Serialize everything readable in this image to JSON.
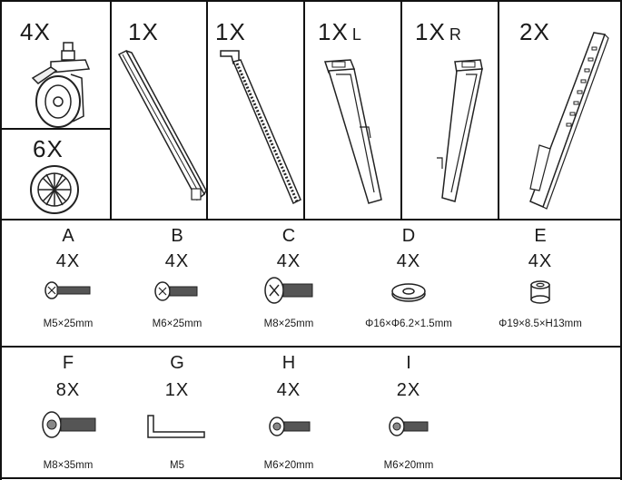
{
  "parts": [
    {
      "id": "caster",
      "qty": "4X",
      "side": "",
      "icon": "caster-wheel-icon"
    },
    {
      "id": "cap",
      "qty": "6X",
      "side": "",
      "icon": "cable-cap-icon"
    },
    {
      "id": "upright-1",
      "qty": "1X",
      "side": "",
      "icon": "upright-tube-icon"
    },
    {
      "id": "upright-2",
      "qty": "1X",
      "side": "",
      "icon": "upright-tube-bracket-icon"
    },
    {
      "id": "leg-left",
      "qty": "1X",
      "side": "L",
      "icon": "base-leg-left-icon"
    },
    {
      "id": "leg-right",
      "qty": "1X",
      "side": "R",
      "icon": "base-leg-right-icon"
    },
    {
      "id": "mount-rail",
      "qty": "2X",
      "side": "",
      "icon": "mounting-rail-icon"
    }
  ],
  "hardware_row1": [
    {
      "letter": "A",
      "qty": "4X",
      "spec": "M5×25mm",
      "icon": "bolt-m5-icon"
    },
    {
      "letter": "B",
      "qty": "4X",
      "spec": "M6×25mm",
      "icon": "bolt-m6-icon"
    },
    {
      "letter": "C",
      "qty": "4X",
      "spec": "M8×25mm",
      "icon": "bolt-m8-icon"
    },
    {
      "letter": "D",
      "qty": "4X",
      "spec": "Φ16×Φ6.2×1.5mm",
      "icon": "washer-icon"
    },
    {
      "letter": "E",
      "qty": "4X",
      "spec": "Φ19×8.5×H13mm",
      "icon": "spacer-icon"
    }
  ],
  "hardware_row2": [
    {
      "letter": "F",
      "qty": "8X",
      "spec": "M8×35mm",
      "icon": "socket-bolt-m8-icon"
    },
    {
      "letter": "G",
      "qty": "1X",
      "spec": "M5",
      "icon": "allen-key-icon"
    },
    {
      "letter": "H",
      "qty": "4X",
      "spec": "M6×20mm",
      "icon": "socket-bolt-m6-icon"
    },
    {
      "letter": "I",
      "qty": "2X",
      "spec": "M6×20mm",
      "icon": "socket-bolt-m6-short-icon"
    }
  ]
}
